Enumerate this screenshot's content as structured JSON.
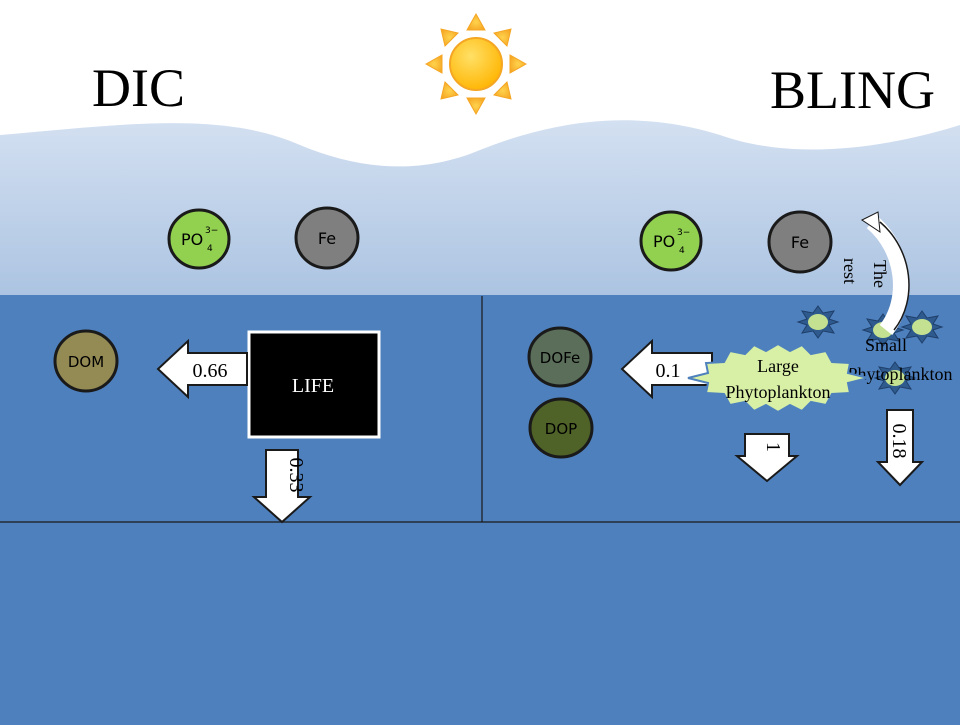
{
  "titles": {
    "left": "DIC",
    "right": "BLING"
  },
  "nutrients": {
    "po4_base": "PO",
    "po4_sup": "3−",
    "po4_sub": "4",
    "fe": "Fe"
  },
  "pools": {
    "dom": "DOM",
    "dofe": "DOFe",
    "dop": "DOP"
  },
  "dic": {
    "life_label": "LIFE",
    "to_dom_value": "0.66",
    "sinking_value": "0.33"
  },
  "bling": {
    "large_phyto_line1": "Large",
    "large_phyto_line2": "Phytoplankton",
    "small_phyto_line1": "Small",
    "small_phyto_line2": "Phytoplankton",
    "the_rest_line1": "The",
    "the_rest_line2": "rest",
    "to_dissolved_value": "0.1",
    "large_sinking_value": "1",
    "small_sinking_value": "0.18"
  },
  "colors": {
    "ocean": "#4e80bd",
    "sky": "#ffffff",
    "wave": "#c5d6ec",
    "po4": "#92d050",
    "fe": "#7f7f7f",
    "dom": "#948a54",
    "dofe": "#5a6e5a",
    "dop": "#4f6228",
    "life_box": "#000000",
    "sun": "#ffc000",
    "large_phyto": "#d7f0a6",
    "small_phyto": "#c3e190"
  }
}
